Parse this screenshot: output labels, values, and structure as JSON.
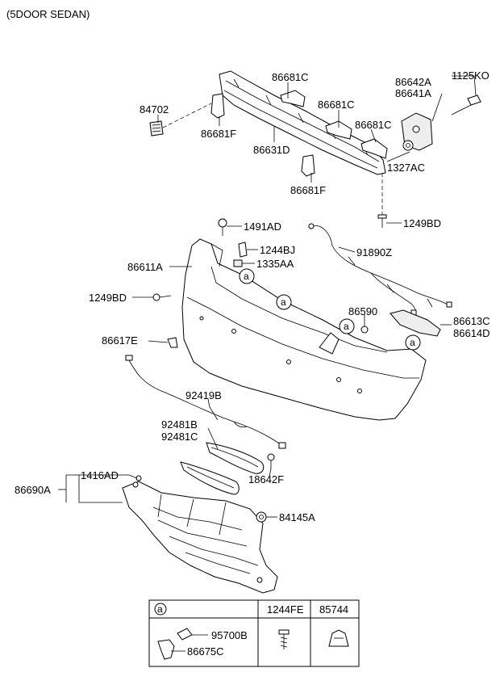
{
  "caption": "(5DOOR SEDAN)",
  "labels": {
    "l_1125KO": "1125KO",
    "l_86642A": "86642A",
    "l_86641A": "86641A",
    "l_86681C_1": "86681C",
    "l_86681C_2": "86681C",
    "l_86681C_3": "86681C",
    "l_84702": "84702",
    "l_86681F_1": "86681F",
    "l_86631D": "86631D",
    "l_1327AC": "1327AC",
    "l_86681F_2": "86681F",
    "l_1249BD_1": "1249BD",
    "l_1491AD": "1491AD",
    "l_1244BJ": "1244BJ",
    "l_86611A": "86611A",
    "l_1335AA": "1335AA",
    "l_91890Z": "91890Z",
    "l_1249BD_2": "1249BD",
    "l_86590": "86590",
    "l_86613C": "86613C",
    "l_86614D": "86614D",
    "l_86617E": "86617E",
    "l_92419B": "92419B",
    "l_92481B": "92481B",
    "l_92481C": "92481C",
    "l_18642F": "18642F",
    "l_1416AD": "1416AD",
    "l_86690A": "86690A",
    "l_84145A": "84145A"
  },
  "ref_marker": "a",
  "table": {
    "head_ref": "a",
    "head_col2": "1244FE",
    "head_col3": "85744",
    "cell_95700B": "95700B",
    "cell_86675C": "86675C"
  }
}
